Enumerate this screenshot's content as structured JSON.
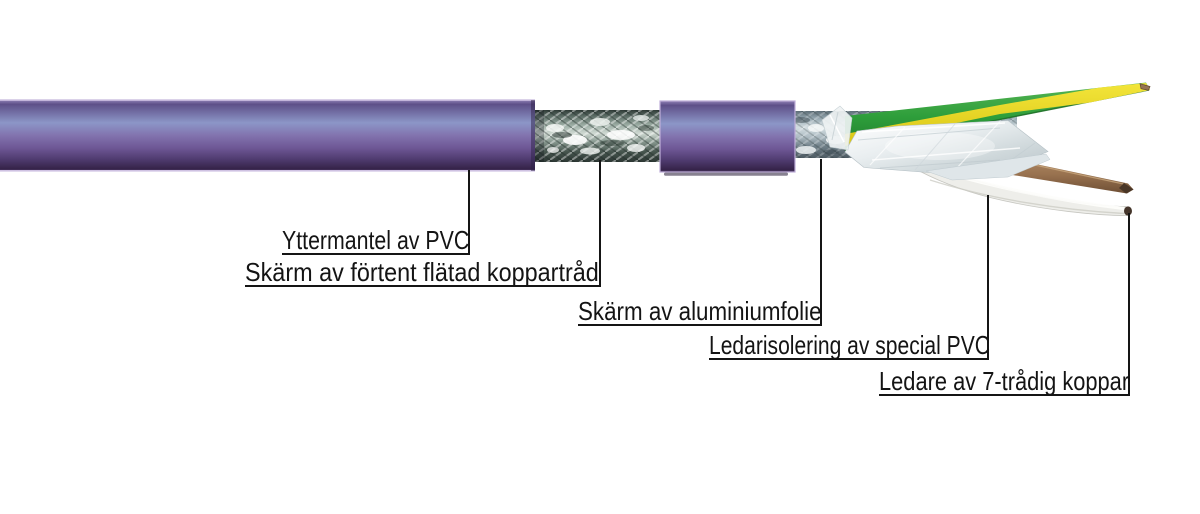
{
  "diagram": {
    "type": "cable-cutaway",
    "labels": {
      "outer_sheath": "Yttermantel av PVC",
      "braid_shield": "Skärm av förtent flätad koppartråd",
      "foil_shield": "Skärm av aluminiumfolie",
      "insulation": "Ledarisolering av special PVC",
      "conductor": "Ledare av 7-trådig koppar"
    },
    "colors": {
      "jacket_purple": "#7a68a6",
      "jacket_highlight": "#8c96c7",
      "jacket_dark": "#352349",
      "braid_silver": "#cfd9d2",
      "foil_silver": "#e9eef0",
      "wire_green": "#2e9e3b",
      "wire_yellow": "#ead91f",
      "wire_brown": "#9a7350",
      "wire_white": "#efefec",
      "leader_line": "#151515"
    }
  }
}
